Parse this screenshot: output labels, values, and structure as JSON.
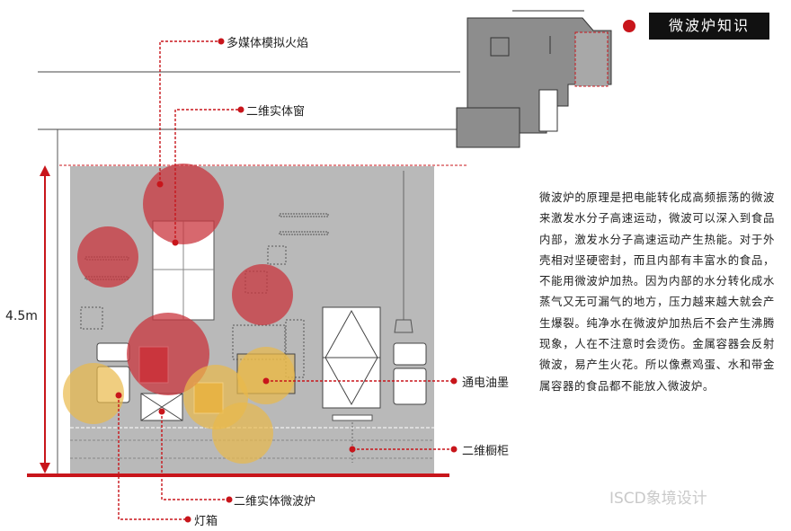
{
  "title": "微波炉知识",
  "description": "微波炉的原理是把电能转化成高频振荡的微波来激发水分子高速运动，微波可以深入到食品内部，激发水分子高速运动产生热能。对于外壳相对坚硬密封，而且内部有丰富水的食品，不能用微波炉加热。因为内部的水分转化成水蒸气又无可漏气的地方，压力越来越大就会产生爆裂。纯净水在微波炉加热后不会产生沸腾现象，人在不注意时会烫伤。金属容器会反射微波，易产生火花。所以像煮鸡蛋、水和带金属容器的食品都不能放入微波炉。",
  "height_label": "4.5m",
  "annotations": {
    "multimedia_flame": "多媒体模拟火焰",
    "solid_window": "二维实体窗",
    "live_ink": "通电油墨",
    "cabinet_2d": "二维橱柜",
    "microwave_2d": "二维实体微波炉",
    "light_box": "灯箱"
  },
  "watermark": "ISCD象境设计",
  "colors": {
    "accent": "#c8151b",
    "wall": "#b9b9b9",
    "red_circle": "#c9353d",
    "yellow_circle": "#e9b94a",
    "title_bg": "#111111"
  }
}
